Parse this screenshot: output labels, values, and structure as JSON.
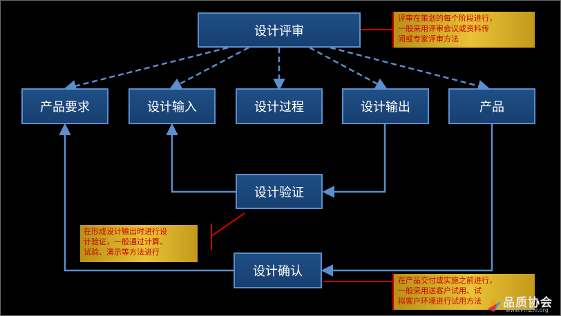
{
  "nodes": {
    "review": "设计评审",
    "product_req": "产品要求",
    "design_input": "设计输入",
    "design_process": "设计过程",
    "design_output": "设计输出",
    "product": "产品",
    "verification": "设计验证",
    "validation": "设计确认"
  },
  "notes": {
    "review": [
      "评审在策划的每个阶段进行，",
      "一般采用评审会议或资料传",
      "阅或专家评审方法"
    ],
    "verification": [
      "在形成设计输出时进行设",
      "计验证，一般通过计算、",
      "试验、演示等方法进行"
    ],
    "validation": [
      "在产品交付或实施之前进行，",
      "一般采用送客户试用、试",
      "拟客户环境进行试用方法"
    ]
  },
  "watermark": {
    "name": "品质协会",
    "url": "www.PinZhi.org"
  },
  "colors": {
    "background": "#000000",
    "box_fill": "#1f4f86",
    "box_border": "#5b8fcf",
    "arrow": "#5b8fcf",
    "note_fill": "#e9c236",
    "note_text": "#cc0000",
    "leader_line": "#d40000"
  }
}
